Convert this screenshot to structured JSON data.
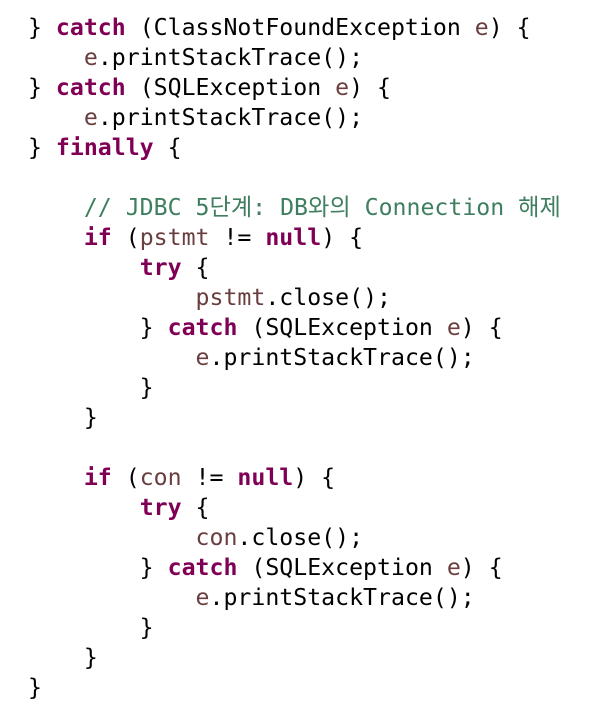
{
  "editor": {
    "language": "java",
    "colors": {
      "keyword": "#7f0055",
      "variable": "#6a3e3e",
      "comment": "#3f7f5f",
      "plain": "#000000",
      "background": "#ffffff"
    },
    "lines": [
      [
        {
          "t": "plain",
          "v": "} "
        },
        {
          "t": "kw",
          "v": "catch"
        },
        {
          "t": "plain",
          "v": " (ClassNotFoundException "
        },
        {
          "t": "var",
          "v": "e"
        },
        {
          "t": "plain",
          "v": ") {"
        }
      ],
      [
        {
          "t": "plain",
          "v": "    "
        },
        {
          "t": "var",
          "v": "e"
        },
        {
          "t": "plain",
          "v": ".printStackTrace();"
        }
      ],
      [
        {
          "t": "plain",
          "v": "} "
        },
        {
          "t": "kw",
          "v": "catch"
        },
        {
          "t": "plain",
          "v": " (SQLException "
        },
        {
          "t": "var",
          "v": "e"
        },
        {
          "t": "plain",
          "v": ") {"
        }
      ],
      [
        {
          "t": "plain",
          "v": "    "
        },
        {
          "t": "var",
          "v": "e"
        },
        {
          "t": "plain",
          "v": ".printStackTrace();"
        }
      ],
      [
        {
          "t": "plain",
          "v": "} "
        },
        {
          "t": "kw",
          "v": "finally"
        },
        {
          "t": "plain",
          "v": " {"
        }
      ],
      [],
      [
        {
          "t": "plain",
          "v": "    "
        },
        {
          "t": "comment",
          "v": "// JDBC 5단계: DB와의 Connection 해제"
        }
      ],
      [
        {
          "t": "plain",
          "v": "    "
        },
        {
          "t": "kw",
          "v": "if"
        },
        {
          "t": "plain",
          "v": " ("
        },
        {
          "t": "var",
          "v": "pstmt"
        },
        {
          "t": "plain",
          "v": " != "
        },
        {
          "t": "kw",
          "v": "null"
        },
        {
          "t": "plain",
          "v": ") {"
        }
      ],
      [
        {
          "t": "plain",
          "v": "        "
        },
        {
          "t": "kw",
          "v": "try"
        },
        {
          "t": "plain",
          "v": " {"
        }
      ],
      [
        {
          "t": "plain",
          "v": "            "
        },
        {
          "t": "var",
          "v": "pstmt"
        },
        {
          "t": "plain",
          "v": ".close();"
        }
      ],
      [
        {
          "t": "plain",
          "v": "        } "
        },
        {
          "t": "kw",
          "v": "catch"
        },
        {
          "t": "plain",
          "v": " (SQLException "
        },
        {
          "t": "var",
          "v": "e"
        },
        {
          "t": "plain",
          "v": ") {"
        }
      ],
      [
        {
          "t": "plain",
          "v": "            "
        },
        {
          "t": "var",
          "v": "e"
        },
        {
          "t": "plain",
          "v": ".printStackTrace();"
        }
      ],
      [
        {
          "t": "plain",
          "v": "        }"
        }
      ],
      [
        {
          "t": "plain",
          "v": "    }"
        }
      ],
      [],
      [
        {
          "t": "plain",
          "v": "    "
        },
        {
          "t": "kw",
          "v": "if"
        },
        {
          "t": "plain",
          "v": " ("
        },
        {
          "t": "var",
          "v": "con"
        },
        {
          "t": "plain",
          "v": " != "
        },
        {
          "t": "kw",
          "v": "null"
        },
        {
          "t": "plain",
          "v": ") {"
        }
      ],
      [
        {
          "t": "plain",
          "v": "        "
        },
        {
          "t": "kw",
          "v": "try"
        },
        {
          "t": "plain",
          "v": " {"
        }
      ],
      [
        {
          "t": "plain",
          "v": "            "
        },
        {
          "t": "var",
          "v": "con"
        },
        {
          "t": "plain",
          "v": ".close();"
        }
      ],
      [
        {
          "t": "plain",
          "v": "        } "
        },
        {
          "t": "kw",
          "v": "catch"
        },
        {
          "t": "plain",
          "v": " (SQLException "
        },
        {
          "t": "var",
          "v": "e"
        },
        {
          "t": "plain",
          "v": ") {"
        }
      ],
      [
        {
          "t": "plain",
          "v": "            "
        },
        {
          "t": "var",
          "v": "e"
        },
        {
          "t": "plain",
          "v": ".printStackTrace();"
        }
      ],
      [
        {
          "t": "plain",
          "v": "        }"
        }
      ],
      [
        {
          "t": "plain",
          "v": "    }"
        }
      ],
      [
        {
          "t": "plain",
          "v": "}"
        }
      ]
    ]
  }
}
